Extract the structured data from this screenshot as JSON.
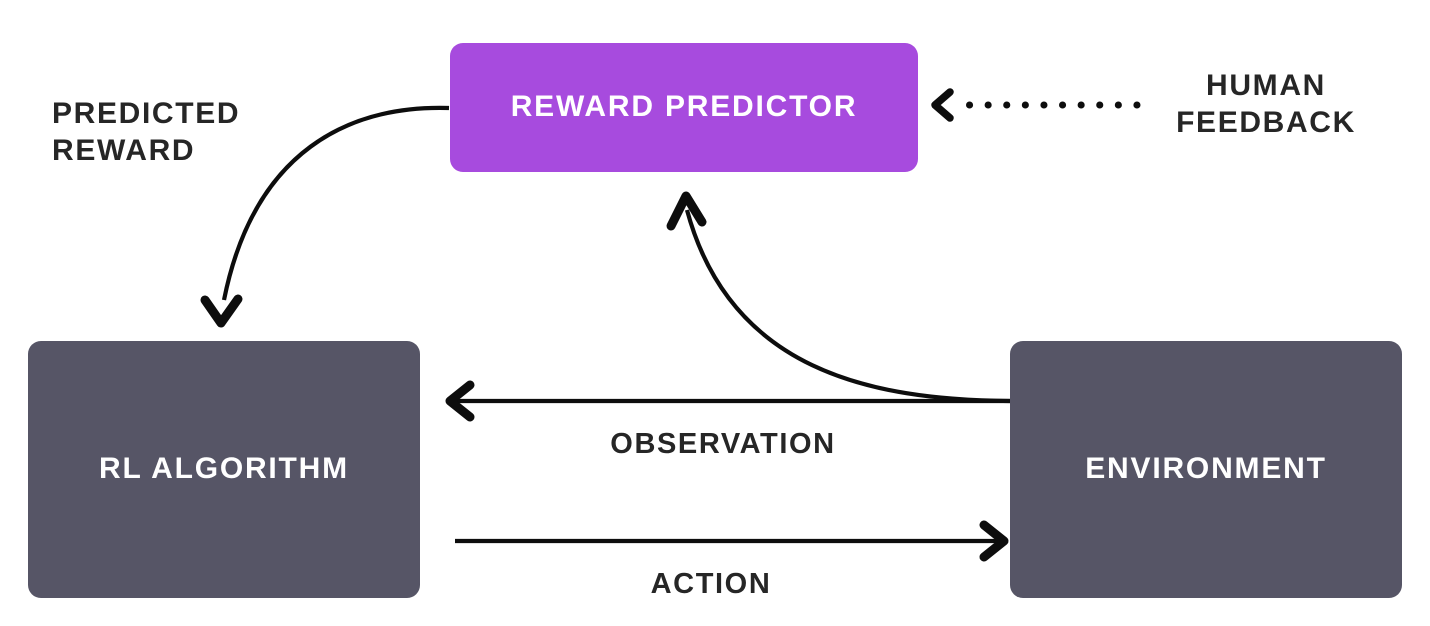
{
  "diagram": {
    "title": "RLHF reward predictor loop",
    "background_color": "#ffffff",
    "nodes": [
      {
        "id": "reward-predictor",
        "label": "REWARD PREDICTOR",
        "fill_color": "#a74bde",
        "text_color": "#ffffff"
      },
      {
        "id": "rl-algorithm",
        "label": "RL ALGORITHM",
        "fill_color": "#565566",
        "text_color": "#ffffff"
      },
      {
        "id": "environment",
        "label": "ENVIRONMENT",
        "fill_color": "#565566",
        "text_color": "#ffffff"
      }
    ],
    "edges": [
      {
        "id": "predicted-reward",
        "label": "PREDICTED\nREWARD",
        "from": "reward-predictor",
        "to": "rl-algorithm",
        "style": "curved-solid",
        "color": "#0d0d0d"
      },
      {
        "id": "human-feedback",
        "label": "HUMAN\nFEEDBACK",
        "from": "human",
        "to": "reward-predictor",
        "style": "dotted",
        "color": "#0d0d0d"
      },
      {
        "id": "observation",
        "label": "OBSERVATION",
        "from": "environment",
        "to": "rl-algorithm",
        "style": "straight-solid",
        "color": "#0d0d0d"
      },
      {
        "id": "action",
        "label": "ACTION",
        "from": "rl-algorithm",
        "to": "environment",
        "style": "straight-solid",
        "color": "#0d0d0d"
      },
      {
        "id": "environment-to-predictor",
        "label": "",
        "from": "environment",
        "to": "reward-predictor",
        "style": "curved-solid",
        "color": "#0d0d0d"
      }
    ]
  }
}
